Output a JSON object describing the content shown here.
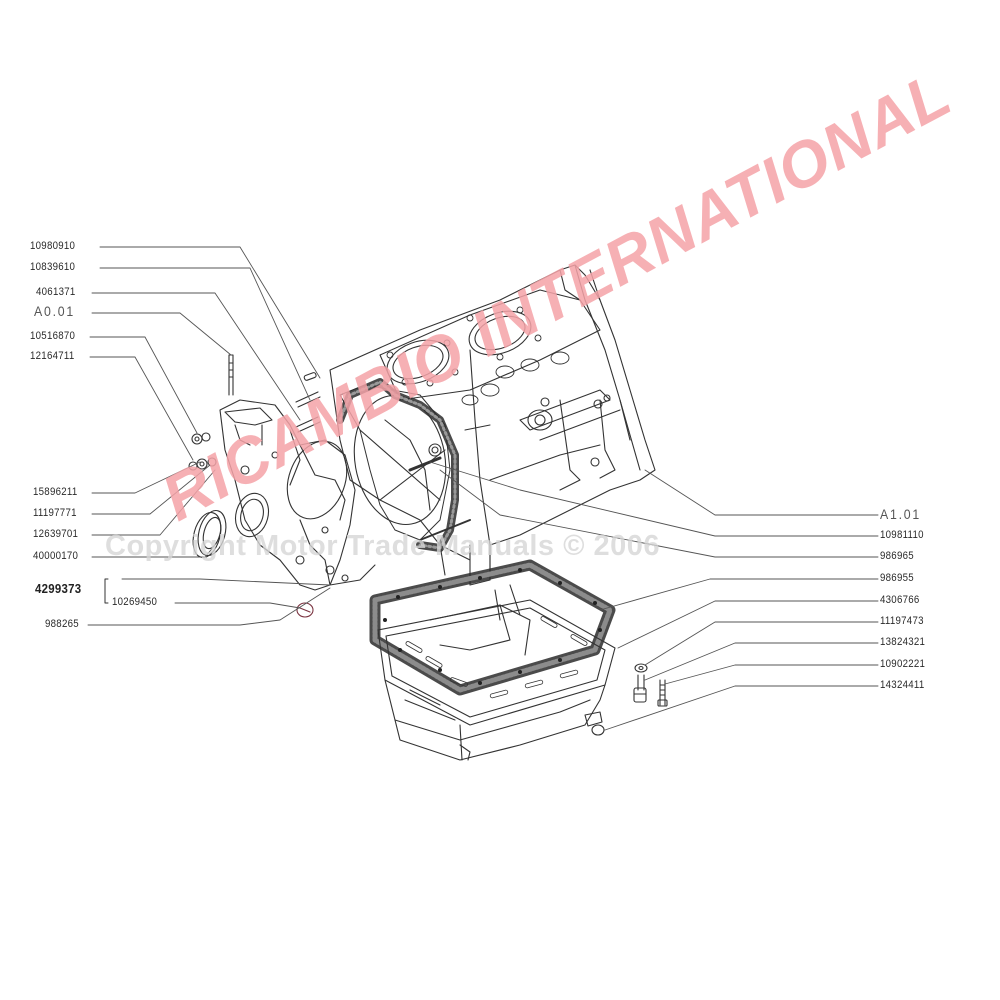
{
  "diagram": {
    "type": "exploded-parts-diagram",
    "subject": "Engine block, timing cover and oil sump",
    "left_labels": [
      {
        "id": "l1",
        "text": "10980910"
      },
      {
        "id": "l2",
        "text": "10839610"
      },
      {
        "id": "l3",
        "text": "4061371"
      },
      {
        "id": "l4",
        "text": "A0.01"
      },
      {
        "id": "l5",
        "text": "10516870"
      },
      {
        "id": "l6",
        "text": "12164711"
      },
      {
        "id": "l7",
        "text": "15896211"
      },
      {
        "id": "l8",
        "text": "11197771"
      },
      {
        "id": "l9",
        "text": "12639701"
      },
      {
        "id": "l10",
        "text": "40000170"
      },
      {
        "id": "l11",
        "text": "4299373"
      },
      {
        "id": "l12",
        "text": "10269450"
      },
      {
        "id": "l13",
        "text": "988265"
      }
    ],
    "right_labels": [
      {
        "id": "r1",
        "text": "A1.01"
      },
      {
        "id": "r2",
        "text": "10981110"
      },
      {
        "id": "r3",
        "text": "986965"
      },
      {
        "id": "r4",
        "text": "986955"
      },
      {
        "id": "r5",
        "text": "4306766"
      },
      {
        "id": "r6",
        "text": "11197473"
      },
      {
        "id": "r7",
        "text": "13824321"
      },
      {
        "id": "r8",
        "text": "10902221"
      },
      {
        "id": "r9",
        "text": "14324411"
      }
    ]
  },
  "watermarks": {
    "brand": "RICAMBIO INTERNATIONAL",
    "copyright": "Copyright Motor Trade Manuals © 2006",
    "brand_color": "#f5a3a8",
    "copyright_color": "#d6d6d6"
  }
}
